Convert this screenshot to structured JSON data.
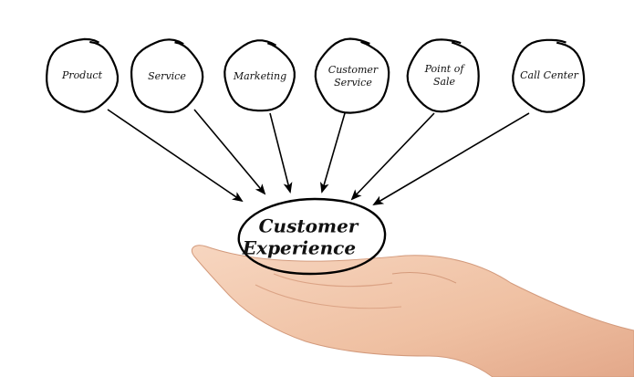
{
  "diagram": {
    "nodes": [
      {
        "id": "product",
        "lines": [
          "Product"
        ]
      },
      {
        "id": "service",
        "lines": [
          "Service"
        ]
      },
      {
        "id": "marketing",
        "lines": [
          "Marketing"
        ]
      },
      {
        "id": "customer-service",
        "lines": [
          "Customer",
          "Service"
        ]
      },
      {
        "id": "point-of-sale",
        "lines": [
          "Point of",
          "Sale"
        ]
      },
      {
        "id": "call-center",
        "lines": [
          "Call Center"
        ]
      }
    ],
    "center": {
      "lines": [
        "Customer",
        "Experience"
      ]
    }
  },
  "colors": {
    "background": "#ffffff",
    "ink": "#000000",
    "skin": "#f1c3a7",
    "skin_shadow": "#d99c7e"
  }
}
